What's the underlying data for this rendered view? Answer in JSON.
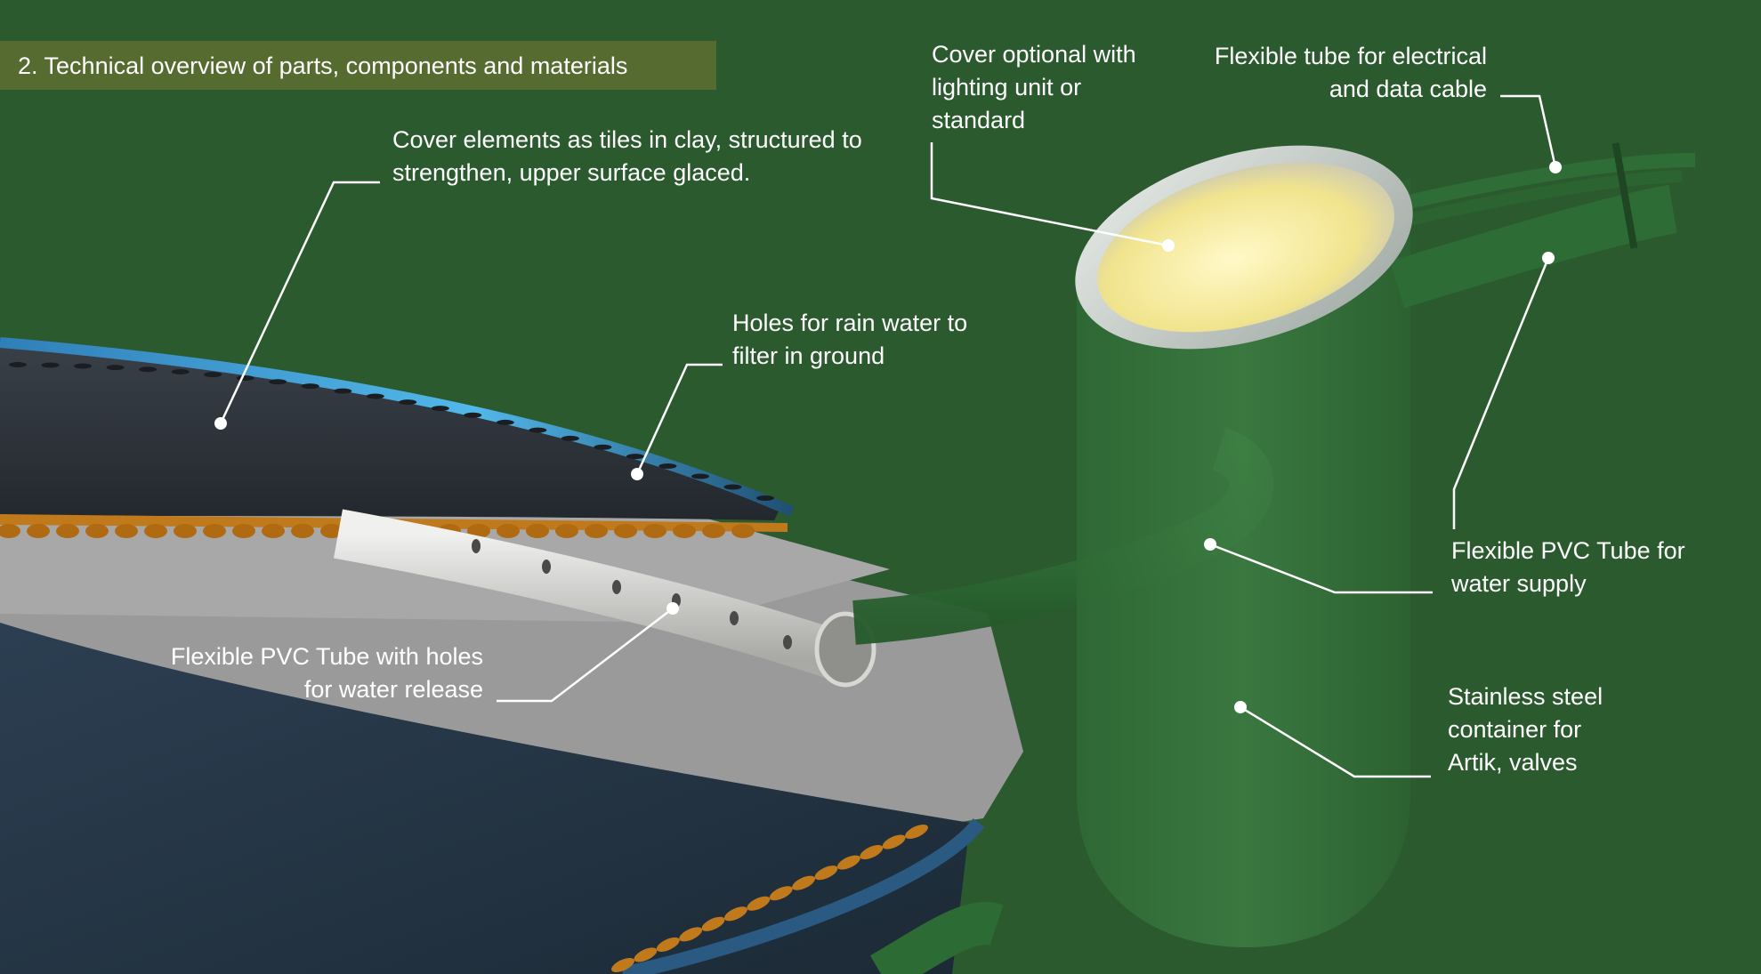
{
  "colors": {
    "background": "#2a5a2e",
    "title_bar": "#556b2f",
    "label_text": "#ffffff",
    "leader_line": "#ffffff",
    "cover_tile": "#2b3138",
    "pvc_tube_white": "#d9d9d9",
    "green_tube": "#2e6b36",
    "blue_rim": "#3aa0d8",
    "clay_orange": "#c07a1c",
    "light_cover": "#f7f2b0"
  },
  "title": "2. Technical overview of parts, components and materials",
  "callouts": {
    "cover_elements": {
      "lines": [
        "Cover elements as tiles in clay, structured to",
        "strengthen, upper surface glaced."
      ]
    },
    "holes_rain": {
      "lines": [
        "Holes for rain water to",
        "filter in ground"
      ]
    },
    "pvc_holes": {
      "lines": [
        "Flexible PVC Tube with holes",
        "for water release"
      ]
    },
    "cover_optional": {
      "lines": [
        "Cover optional with",
        "lighting unit or",
        "standard"
      ]
    },
    "flex_electrical": {
      "lines": [
        "Flexible tube for electrical",
        "and data cable"
      ]
    },
    "pvc_water": {
      "lines": [
        "Flexible PVC Tube for",
        "water supply"
      ]
    },
    "steel_container": {
      "lines": [
        "Stainless steel",
        "container for",
        "Artik, valves"
      ]
    }
  }
}
